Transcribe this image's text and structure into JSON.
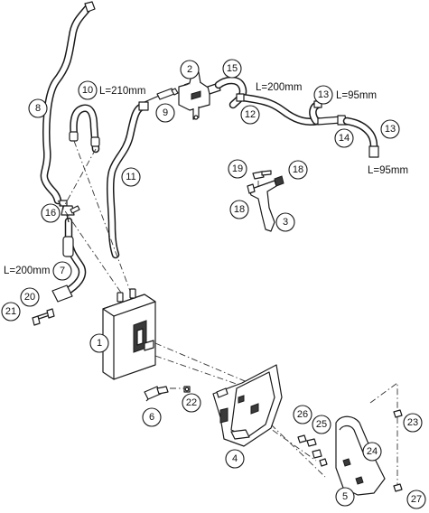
{
  "callouts": [
    {
      "number": "1",
      "part": "canister"
    },
    {
      "number": "2",
      "part": "purge-valve"
    },
    {
      "number": "3",
      "part": "valve-bracket"
    },
    {
      "number": "4",
      "part": "canister-holder"
    },
    {
      "number": "5",
      "part": "mounting-plate"
    },
    {
      "number": "6",
      "part": "connector"
    },
    {
      "number": "7",
      "part": "hose"
    },
    {
      "number": "8",
      "part": "hose"
    },
    {
      "number": "9",
      "part": "hose-connector"
    },
    {
      "number": "10",
      "part": "hose"
    },
    {
      "number": "11",
      "part": "hose"
    },
    {
      "number": "12",
      "part": "hose"
    },
    {
      "number": "13",
      "part": "hose"
    },
    {
      "number": "13",
      "part": "hose"
    },
    {
      "number": "14",
      "part": "t-piece"
    },
    {
      "number": "15",
      "part": "hose"
    },
    {
      "number": "16",
      "part": "t-piece"
    },
    {
      "number": "18",
      "part": "clip"
    },
    {
      "number": "18",
      "part": "clip"
    },
    {
      "number": "19",
      "part": "screw"
    },
    {
      "number": "20",
      "part": "washer"
    },
    {
      "number": "21",
      "part": "screw"
    },
    {
      "number": "22",
      "part": "hose-clamp"
    },
    {
      "number": "23",
      "part": "screw"
    },
    {
      "number": "24",
      "part": "spacer"
    },
    {
      "number": "25",
      "part": "nut"
    },
    {
      "number": "26",
      "part": "washer"
    },
    {
      "number": "27",
      "part": "screw"
    }
  ],
  "length_labels": [
    {
      "text": "L=210mm"
    },
    {
      "text": "L=200mm"
    },
    {
      "text": "L=95mm"
    },
    {
      "text": "L=95mm"
    },
    {
      "text": "L=200mm"
    }
  ]
}
